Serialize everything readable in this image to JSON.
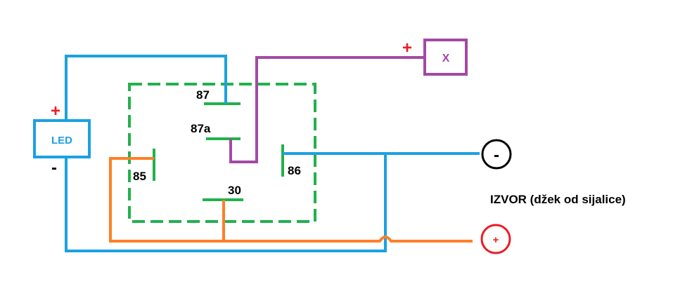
{
  "relay": {
    "pin_87": "87",
    "pin_87a": "87a",
    "pin_85": "85",
    "pin_86": "86",
    "pin_30": "30"
  },
  "led": {
    "label": "LED",
    "plus": "+",
    "minus": "-"
  },
  "load": {
    "label": "X",
    "plus": "+"
  },
  "source": {
    "label": "IZVOR (džek od sijalice)",
    "negative": "-",
    "positive": "+"
  },
  "colors": {
    "relay_box": "#22b14c",
    "blue_wire": "#1ba1e2",
    "purple_wire": "#a349a4",
    "orange_wire": "#ff7f27",
    "plus_sign": "#ed1c24",
    "text": "#000000"
  }
}
